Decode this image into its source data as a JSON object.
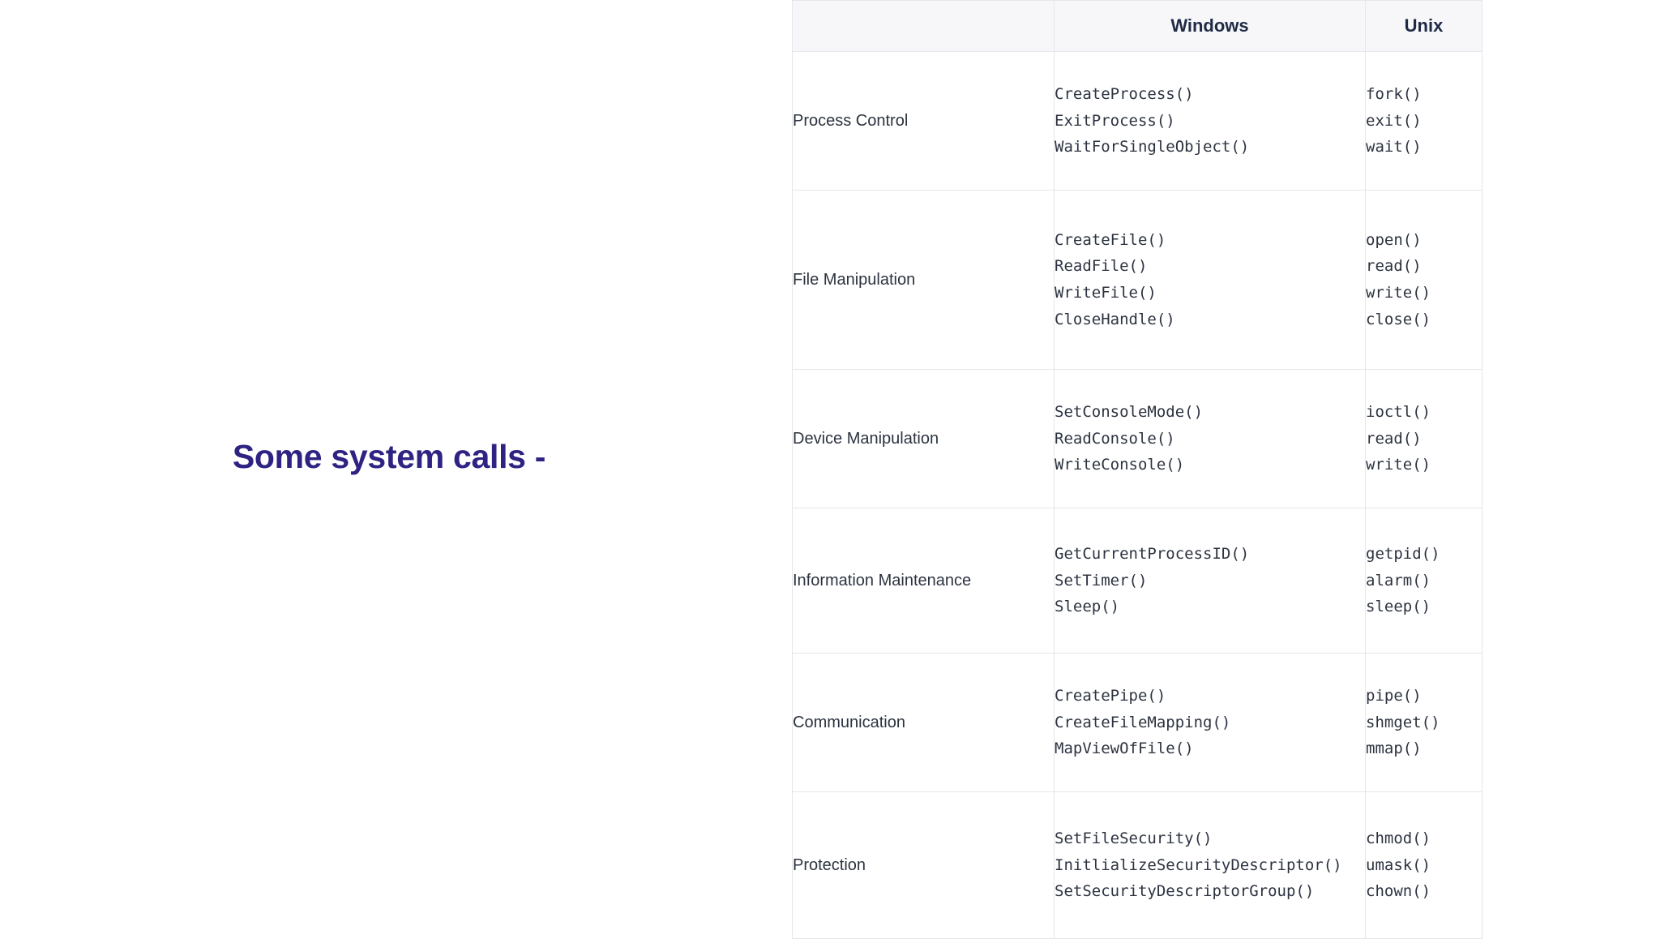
{
  "slide": {
    "title": "Some system calls -",
    "title_color": "#2e2382",
    "background": "#ffffff"
  },
  "table": {
    "header_background": "#f7f7fa",
    "border_color": "#e6e6ec",
    "text_color": "#2c3340",
    "columns": [
      {
        "key": "category",
        "label": ""
      },
      {
        "key": "windows",
        "label": "Windows"
      },
      {
        "key": "unix",
        "label": "Unix"
      }
    ],
    "rows": [
      {
        "category": "Process Control",
        "windows": [
          "CreateProcess()",
          "ExitProcess()",
          "WaitForSingleObject()"
        ],
        "unix": [
          "fork()",
          "exit()",
          "wait()"
        ]
      },
      {
        "category": "File Manipulation",
        "windows": [
          "CreateFile()",
          "ReadFile()",
          "WriteFile()",
          "CloseHandle()"
        ],
        "unix": [
          "open()",
          "read()",
          "write()",
          "close()"
        ]
      },
      {
        "category": "Device Manipulation",
        "windows": [
          "SetConsoleMode()",
          "ReadConsole()",
          "WriteConsole()"
        ],
        "unix": [
          "ioctl()",
          "read()",
          "write()"
        ]
      },
      {
        "category": "Information Maintenance",
        "windows": [
          "GetCurrentProcessID()",
          "SetTimer()",
          "Sleep()"
        ],
        "unix": [
          "getpid()",
          "alarm()",
          "sleep()"
        ]
      },
      {
        "category": "Communication",
        "windows": [
          "CreatePipe()",
          "CreateFileMapping()",
          "MapViewOfFile()"
        ],
        "unix": [
          "pipe()",
          "shmget()",
          "mmap()"
        ]
      },
      {
        "category": "Protection",
        "windows": [
          "SetFileSecurity()",
          "InitlializeSecurityDescriptor()",
          "SetSecurityDescriptorGroup()"
        ],
        "unix": [
          "chmod()",
          "umask()",
          "chown()"
        ]
      }
    ]
  }
}
